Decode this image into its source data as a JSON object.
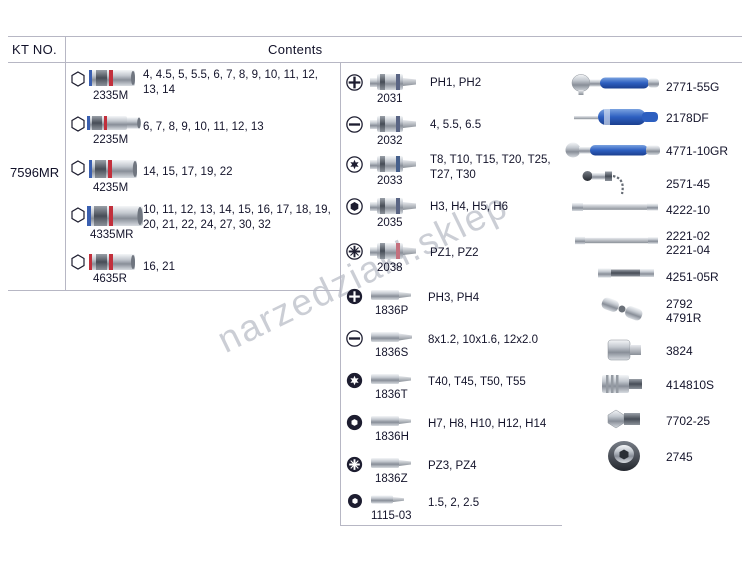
{
  "header": {
    "kt_no_label": "KT NO.",
    "contents_label": "Contents"
  },
  "kit": {
    "number": "7596MR"
  },
  "watermark": "narzedziaki.sklep",
  "colors": {
    "accent_blue": "#2d5fc0",
    "band_red": "#c2303c",
    "band_blue": "#3a5fb0",
    "line": "#b7b7c4",
    "text": "#14142b"
  },
  "sockets": [
    {
      "code": "2335M",
      "sizes": "4, 4.5, 5, 5.5, 6, 7, 8, 9, 10, 11, 12, 13, 14"
    },
    {
      "code": "2235M",
      "sizes": "6, 7, 8, 9, 10, 11, 12, 13"
    },
    {
      "code": "4235M",
      "sizes": "14, 15, 17, 19, 22"
    },
    {
      "code": "4335MR",
      "sizes": "10, 11, 12, 13, 14, 15, 16, 17, 18, 19, 20, 21, 22, 24, 27, 30, 32"
    },
    {
      "code": "4635R",
      "sizes": "16, 21"
    }
  ],
  "bits": [
    {
      "code": "2031",
      "sizes": "PH1, PH2",
      "drive": "phillips"
    },
    {
      "code": "2032",
      "sizes": "4, 5.5, 6.5",
      "drive": "slotted"
    },
    {
      "code": "2033",
      "sizes": "T8, T10, T15, T20, T25, T27, T30",
      "drive": "torx"
    },
    {
      "code": "2035",
      "sizes": "H3, H4, H5, H6",
      "drive": "hex"
    },
    {
      "code": "2038",
      "sizes": "PZ1, PZ2",
      "drive": "pozidriv"
    },
    {
      "code": "1836P",
      "sizes": "PH3, PH4",
      "drive": "phillips"
    },
    {
      "code": "1836S",
      "sizes": "8x1.2, 10x1.6, 12x2.0",
      "drive": "slotted"
    },
    {
      "code": "1836T",
      "sizes": "T40, T45, T50, T55",
      "drive": "torx"
    },
    {
      "code": "1836H",
      "sizes": "H7, H8, H10, H12, H14",
      "drive": "hex"
    },
    {
      "code": "1836Z",
      "sizes": "PZ3, PZ4",
      "drive": "pozidriv"
    },
    {
      "code": "1115-03",
      "sizes": "1.5, 2, 2.5",
      "drive": "hex"
    }
  ],
  "accessories": [
    {
      "code": "2771-55G"
    },
    {
      "code": "2178DF"
    },
    {
      "code": "4771-10GR"
    },
    {
      "code": "2571-45"
    },
    {
      "code": "4222-10"
    },
    {
      "code": "2221-02",
      "code2": "2221-04"
    },
    {
      "code": "4251-05R"
    },
    {
      "code": "2792",
      "code2": "4791R"
    },
    {
      "code": "3824"
    },
    {
      "code": "414810S"
    },
    {
      "code": "7702-25"
    },
    {
      "code": "2745"
    }
  ]
}
